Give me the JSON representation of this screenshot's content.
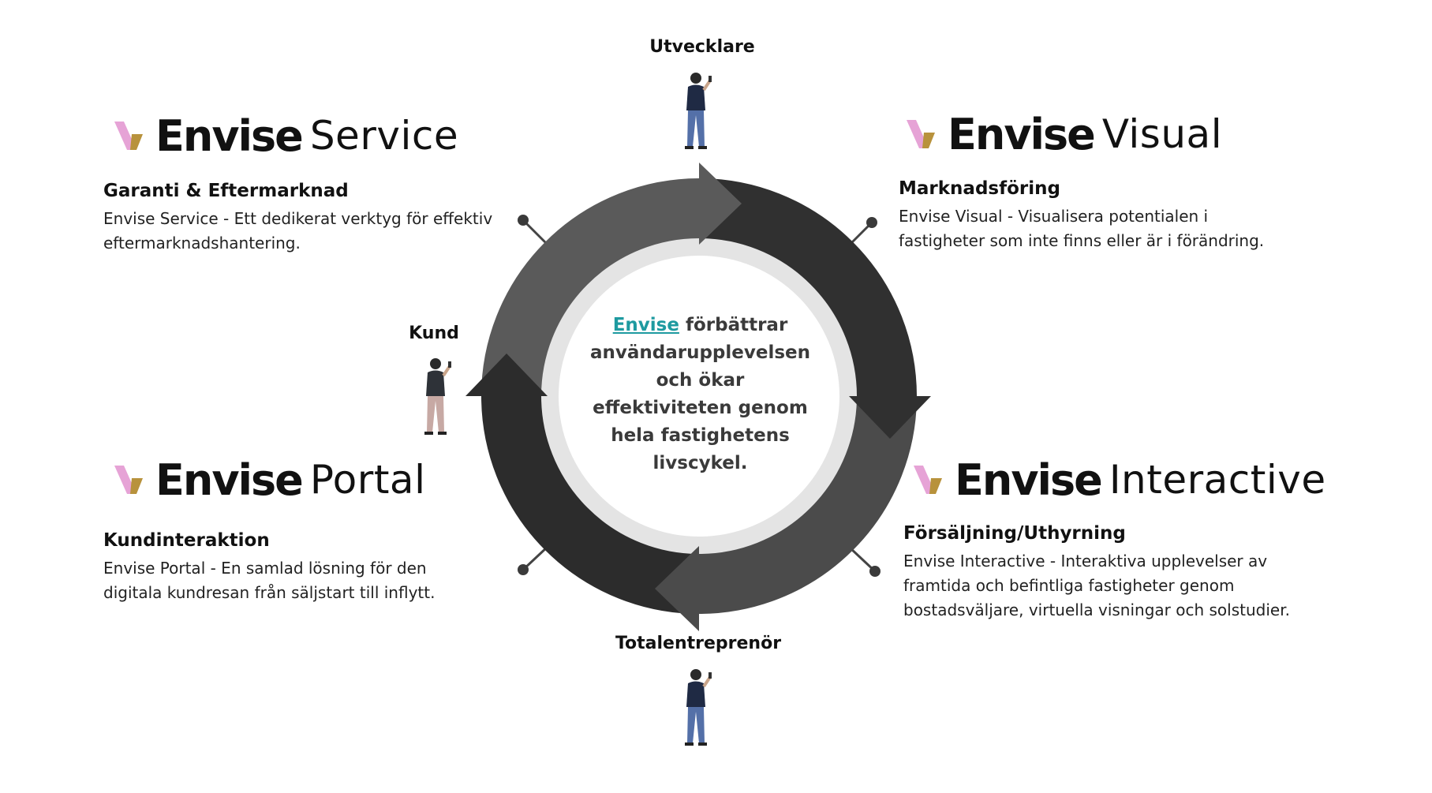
{
  "quadrants": {
    "service": {
      "brand": "Envise",
      "product": "Service",
      "heading": "Garanti & Eftermarknad",
      "description": "Envise Service - Ett dedikerat verktyg för effektiv eftermarknadshantering."
    },
    "visual": {
      "brand": "Envise",
      "product": "Visual",
      "heading": "Marknadsföring",
      "description": "Envise Visual - Visualisera potentialen i fastigheter som inte finns eller är i förändring."
    },
    "portal": {
      "brand": "Envise",
      "product": "Portal",
      "heading": "Kundinteraktion",
      "description": "Envise Portal - En samlad lösning för den digitala kundresan från säljstart till inflytt."
    },
    "interactive": {
      "brand": "Envise",
      "product": "Interactive",
      "heading": "Försäljning/Uthyrning",
      "description": "Envise Interactive - Interaktiva upplevelser av framtida och befintliga fastigheter genom bostadsväljare, virtuella visningar och solstudier."
    }
  },
  "roles": {
    "top": "Utvecklare",
    "left": "Kund",
    "bottom": "Totalentreprenör"
  },
  "center": {
    "link": "Envise",
    "text": "förbättrar användarupplevelsen och ökar effektiviteten genom hela fastighetens livscykel."
  },
  "colors": {
    "accent_link": "#1e9aa0",
    "ring_dark": "#2f2f2f",
    "ring_mid": "#4a4a4a",
    "ring_light": "#5c5c5c",
    "inner_fill": "#e4e4e4",
    "logo_pink": "#e6a3d6",
    "logo_gold": "#b8923c"
  },
  "icons": [
    "envise-logo-icon",
    "person-icon",
    "cycle-arrow-icon"
  ]
}
